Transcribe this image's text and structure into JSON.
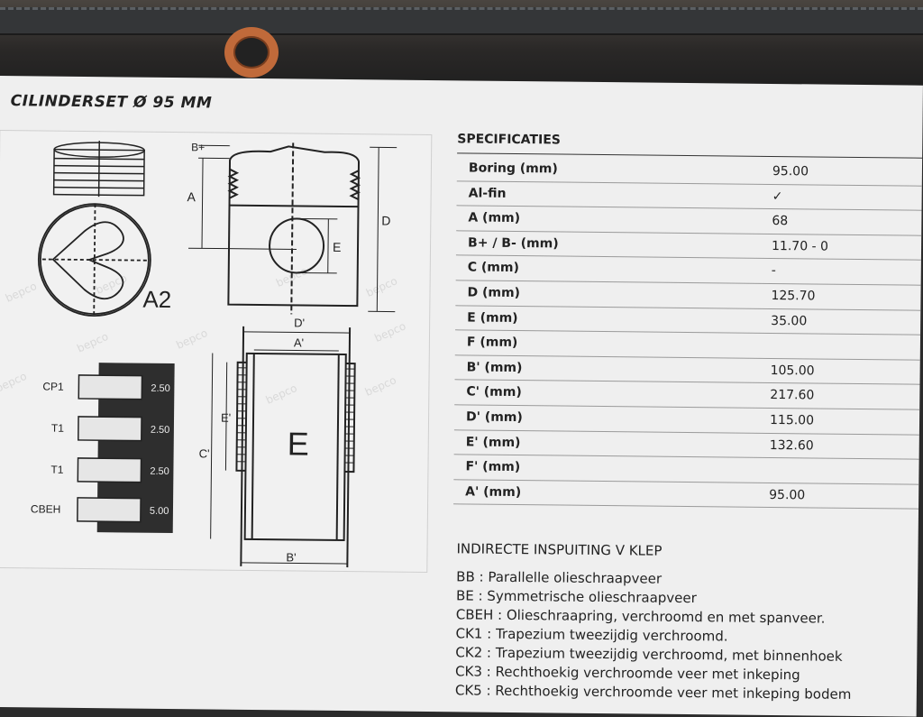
{
  "document": {
    "title": "CILINDERSET Ø 95 MM",
    "watermark": "bepco"
  },
  "figure": {
    "piston_label": "A2",
    "dims_piston": [
      "B+",
      "A",
      "D",
      "E"
    ],
    "dims_liner": [
      "D'",
      "A'",
      "E'",
      "C'",
      "B'"
    ],
    "liner_center_label": "E",
    "rings": [
      {
        "name": "CP1",
        "value": "2.50"
      },
      {
        "name": "T1",
        "value": "2.50"
      },
      {
        "name": "T1",
        "value": "2.50"
      },
      {
        "name": "CBEH",
        "value": "5.00"
      }
    ]
  },
  "specs": {
    "heading": "SPECIFICATIES",
    "rows": [
      {
        "label": "Boring (mm)",
        "value": "95.00"
      },
      {
        "label": "Al-fin",
        "value": "✓"
      },
      {
        "label": "A (mm)",
        "value": "68"
      },
      {
        "label": "B+ / B- (mm)",
        "value": "11.70 - 0"
      },
      {
        "label": "C (mm)",
        "value": "-"
      },
      {
        "label": "D (mm)",
        "value": "125.70"
      },
      {
        "label": "E (mm)",
        "value": "35.00"
      },
      {
        "label": "F (mm)",
        "value": ""
      },
      {
        "label": "B' (mm)",
        "value": "105.00"
      },
      {
        "label": "C' (mm)",
        "value": "217.60"
      },
      {
        "label": "D' (mm)",
        "value": "115.00"
      },
      {
        "label": "E' (mm)",
        "value": "132.60"
      },
      {
        "label": "F' (mm)",
        "value": ""
      },
      {
        "label": "A' (mm)",
        "value": "95.00"
      }
    ]
  },
  "legend": {
    "title": "INDIRECTE INSPUITING V KLEP",
    "items": [
      "BB : Parallelle olieschraapveer",
      "BE : Symmetrische olieschraapveer",
      "CBEH : Olieschraapring, verchroomd en met spanveer.",
      "CK1 : Trapezium tweezijdig verchroomd.",
      "CK2 : Trapezium tweezijdig verchroomd, met binnenhoek",
      "CK3 : Rechthoekig verchroomde veer met inkeping",
      "CK5 : Rechthoekig verchroomde veer met inkeping bodem"
    ]
  }
}
